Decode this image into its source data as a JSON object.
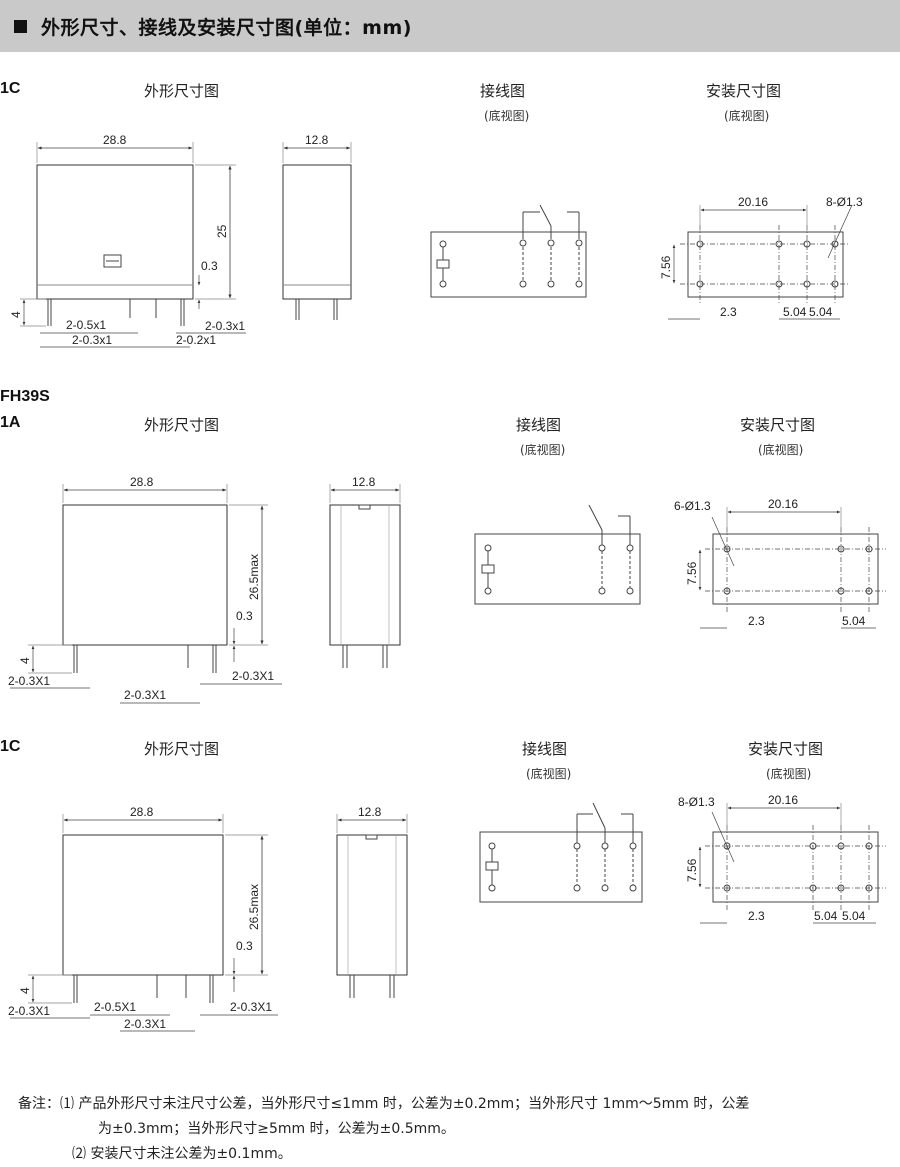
{
  "header": {
    "title": "外形尺寸、接线及安装尺寸图(单位：mm)"
  },
  "models": {
    "fh39s": "FH39S"
  },
  "sections": [
    {
      "type": "1C",
      "outline": "外形尺寸图",
      "wiring": "接线图",
      "wiring_sub": "(底视图)",
      "mount": "安装尺寸图",
      "mount_sub": "(底视图)"
    },
    {
      "type": "1A",
      "outline": "外形尺寸图",
      "wiring": "接线图",
      "wiring_sub": "(底视图)",
      "mount": "安装尺寸图",
      "mount_sub": "(底视图)"
    },
    {
      "type": "1C",
      "outline": "外形尺寸图",
      "wiring": "接线图",
      "wiring_sub": "(底视图)",
      "mount": "安装尺寸图",
      "mount_sub": "(底视图)"
    }
  ],
  "dims": {
    "s1": {
      "width": "28.8",
      "height": "25",
      "gap": "0.3",
      "pin": "4",
      "pin_a": "2-0.5x1",
      "pin_b": "2-0.3x1",
      "pin_c": "2-0.3x1",
      "pin_d": "2-0.2x1",
      "depth": "12.8",
      "m_span": "20.16",
      "m_holes": "8-Ø1.3",
      "m_row": "7.56",
      "m_edge": "2.3",
      "m_p1": "5.04",
      "m_p2": "5.04"
    },
    "s2": {
      "width": "28.8",
      "height": "26.5max",
      "gap": "0.3",
      "pin": "4",
      "pin_a": "2-0.3X1",
      "pin_b": "2-0.3X1",
      "pin_c": "2-0.3X1",
      "depth": "12.8",
      "m_span": "20.16",
      "m_holes": "6-Ø1.3",
      "m_row": "7.56",
      "m_edge": "2.3",
      "m_p1": "5.04"
    },
    "s3": {
      "width": "28.8",
      "height": "26.5max",
      "gap": "0.3",
      "pin": "4",
      "pin_a": "2-0.3X1",
      "pin_b": "2-0.5X1",
      "pin_c": "2-0.3X1",
      "pin_d": "2-0.3X1",
      "depth": "12.8",
      "m_span": "20.16",
      "m_holes": "8-Ø1.3",
      "m_row": "7.56",
      "m_edge": "2.3",
      "m_p1": "5.04",
      "m_p2": "5.04"
    }
  },
  "notes": {
    "prefix": "备注：",
    "n1_num": "⑴",
    "n1a": "产品外形尺寸未注尺寸公差，当外形尺寸≤1mm 时，公差为±0.2mm；当外形尺寸 1mm～5mm 时，公差",
    "n1b": "为±0.3mm；当外形尺寸≥5mm 时，公差为±0.5mm。",
    "n2_num": "⑵",
    "n2": "安装尺寸未注公差为±0.1mm。"
  }
}
